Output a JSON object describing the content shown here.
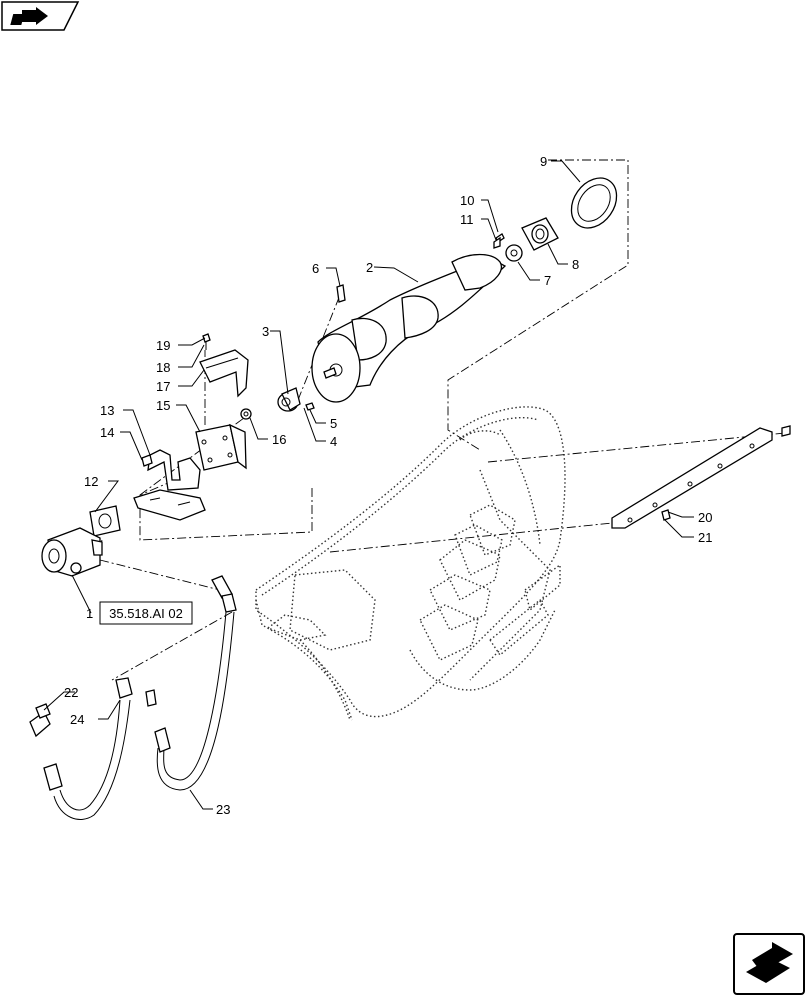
{
  "nav": {
    "top_icon": "back-page-icon",
    "bottom_icon": "next-page-icon"
  },
  "reference_box": {
    "label": "35.518.AI 02"
  },
  "callouts": [
    {
      "id": "1",
      "label": "1"
    },
    {
      "id": "2",
      "label": "2"
    },
    {
      "id": "3",
      "label": "3"
    },
    {
      "id": "4",
      "label": "4"
    },
    {
      "id": "5",
      "label": "5"
    },
    {
      "id": "6",
      "label": "6"
    },
    {
      "id": "7",
      "label": "7"
    },
    {
      "id": "8",
      "label": "8"
    },
    {
      "id": "9",
      "label": "9"
    },
    {
      "id": "10",
      "label": "10"
    },
    {
      "id": "11",
      "label": "11"
    },
    {
      "id": "12",
      "label": "12"
    },
    {
      "id": "13",
      "label": "13"
    },
    {
      "id": "14",
      "label": "14"
    },
    {
      "id": "15",
      "label": "15"
    },
    {
      "id": "16",
      "label": "16"
    },
    {
      "id": "17",
      "label": "17"
    },
    {
      "id": "18",
      "label": "18"
    },
    {
      "id": "19",
      "label": "19"
    },
    {
      "id": "20",
      "label": "20"
    },
    {
      "id": "21",
      "label": "21"
    },
    {
      "id": "22",
      "label": "22"
    },
    {
      "id": "23",
      "label": "23"
    },
    {
      "id": "24",
      "label": "24"
    }
  ]
}
